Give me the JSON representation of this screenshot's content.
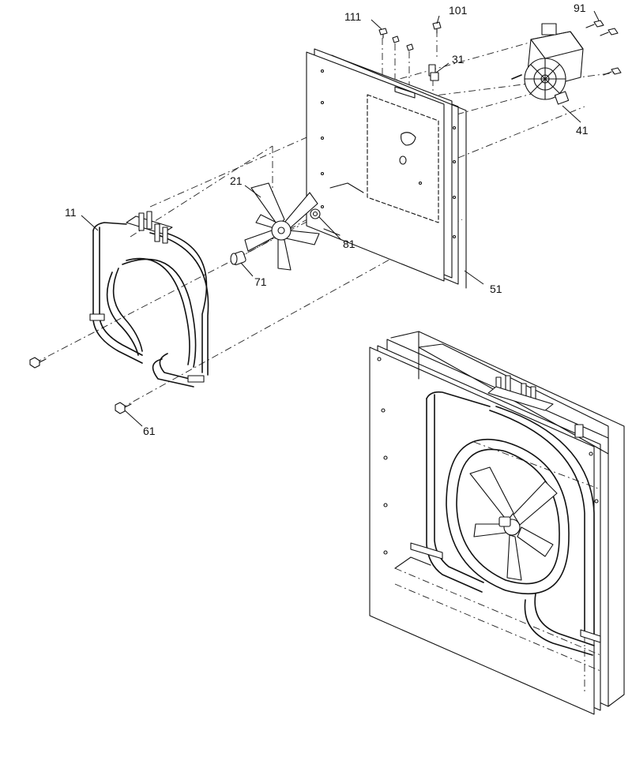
{
  "callouts": {
    "c11": "11",
    "c21": "21",
    "c31": "31",
    "c41": "41",
    "c51": "51",
    "c61": "61",
    "c71": "71",
    "c81": "81",
    "c91": "91",
    "c101": "101",
    "c111": "111"
  }
}
